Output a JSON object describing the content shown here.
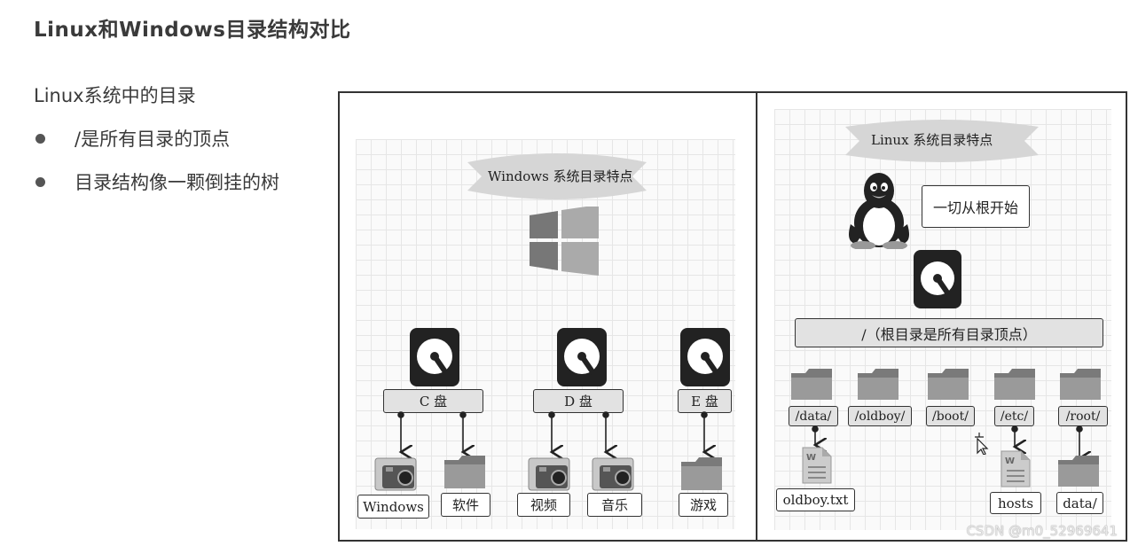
{
  "slide": {
    "title": "Linux和Windows目录结构对比",
    "subtitle": "Linux系统中的目录",
    "bullets": [
      "/是所有目录的顶点",
      "目录结构像一颗倒挂的树"
    ]
  },
  "windows_diagram": {
    "banner": "Windows 系统目录特点",
    "drives": [
      {
        "label": "C 盘",
        "children": [
          "Windows",
          "软件"
        ]
      },
      {
        "label": "D 盘",
        "children": [
          "视频",
          "音乐"
        ]
      },
      {
        "label": "E 盘",
        "children": [
          "游戏"
        ]
      }
    ]
  },
  "linux_diagram": {
    "banner": "Linux 系统目录特点",
    "callout": "一切从根开始",
    "root_label": "/（根目录是所有目录顶点）",
    "dirs": [
      "/data/",
      "/oldboy/",
      "/boot/",
      "/etc/",
      "/root/"
    ],
    "leaves": [
      "oldboy.txt",
      "hosts",
      "data/"
    ]
  },
  "watermark": "CSDN @m0_52969641",
  "colors": {
    "icon_dark": "#222222",
    "box_fill": "#e2e2e2",
    "banner_fill": "#d6d6d6",
    "folder": "#8a8a8a"
  }
}
